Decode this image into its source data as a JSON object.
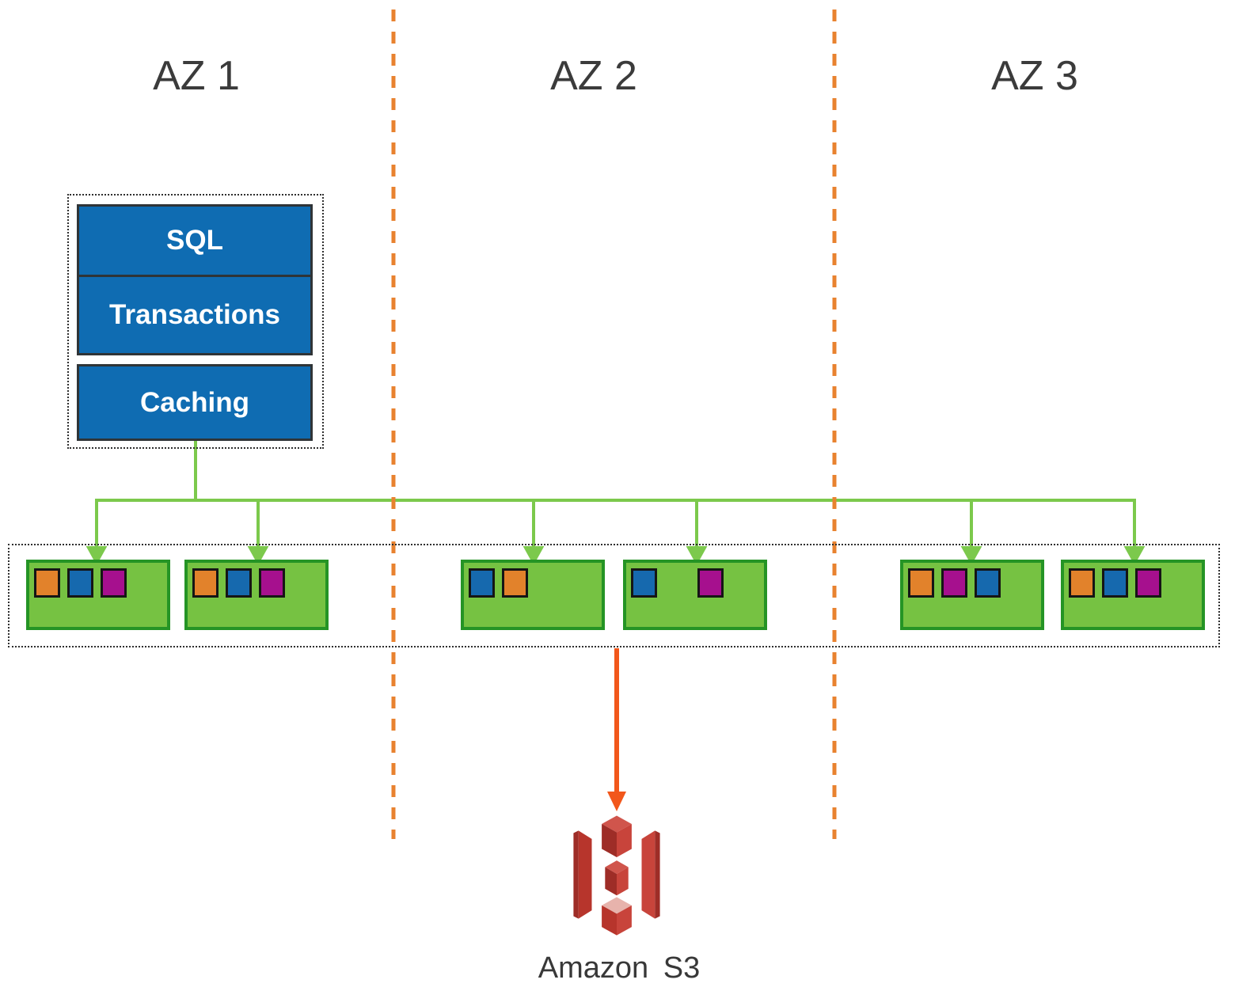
{
  "az_labels": [
    "AZ 1",
    "AZ 2",
    "AZ 3"
  ],
  "instance": {
    "layers": [
      "SQL",
      "Transactions",
      "Caching"
    ]
  },
  "storage": {
    "nodes": [
      {
        "az": "AZ 1",
        "segments": [
          "orange",
          "blue",
          "magenta"
        ]
      },
      {
        "az": "AZ 1",
        "segments": [
          "orange",
          "blue",
          "magenta"
        ]
      },
      {
        "az": "AZ 2",
        "segments": [
          "blue",
          "orange"
        ]
      },
      {
        "az": "AZ 2",
        "segments": [
          "blue",
          null,
          "magenta"
        ]
      },
      {
        "az": "AZ 3",
        "segments": [
          "orange",
          "magenta",
          "blue"
        ]
      },
      {
        "az": "AZ 3",
        "segments": [
          "orange",
          "blue",
          "magenta"
        ]
      }
    ]
  },
  "s3": {
    "label": "Amazon S3",
    "icon": "amazon-s3-bucket-icon"
  },
  "colors": {
    "blue_box": "#0f6cb2",
    "green_fill": "#76c242",
    "green_border": "#259425",
    "line_green": "#7cc94c",
    "divider_orange": "#e8822f",
    "arrow_orange": "#f2571b",
    "segment_orange": "#e2822b",
    "segment_blue": "#1669ae",
    "segment_magenta": "#a6108e",
    "s3_red": "#c8443b",
    "text_dark": "#3b3b3b"
  }
}
